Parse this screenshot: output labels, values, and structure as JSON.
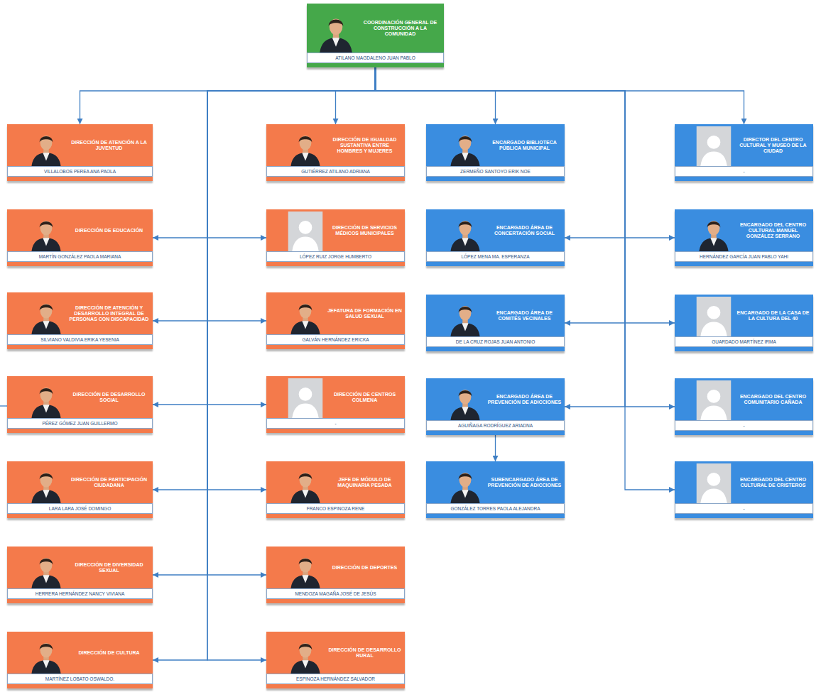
{
  "diagram": {
    "nodes": [
      {
        "text": [
          "COORDINACIÓN GENERAL DE CONSTRUCCIÓN A LA COMUNIDAD",
          "ATILANO MAGDALENO JUAN PABLO"
        ]
      },
      {
        "text": [
          "DIRECCIÓN DE ATENCIÓN A LA JUVENTUD",
          "VILLALOBOS PEREA ANA PAOLA"
        ]
      },
      {
        "text": [
          "DIRECCIÓN DE EDUCACIÓN",
          "MARTÍN GONZÁLEZ PAOLA MARIANA"
        ]
      },
      {
        "text": [
          "DIRECCIÓN DE ATENCIÓN Y DESARROLLO INTEGRAL DE PERSONAS CON DISCAPACIDAD",
          "SILVIANO VALDIVIA ERIKA YESENIA"
        ]
      },
      {
        "text": [
          "DIRECCIÓN DE DESARROLLO SOCIAL",
          "PÉREZ GÓMEZ JUAN GUILLERMO"
        ]
      },
      {
        "text": [
          "DIRECCIÓN DE PARTICIPACIÓN CIUDADANA",
          "LARA LARA JOSÉ DOMINGO"
        ]
      },
      {
        "text": [
          "DIRECCIÓN DE DIVERSIDAD SEXUAL",
          "HERRERA HERNÁNDEZ NANCY VIVIANA"
        ]
      },
      {
        "text": [
          "DIRECCIÓN DE CULTURA",
          "MARTÍNEZ LOBATO OSWALDO."
        ]
      },
      {
        "text": [
          "DIRECCIÓN DE IGUALDAD SUSTANTIVA ENTRE HOMBRES Y MUJERES",
          "GUTIÉRREZ ATILANO ADRIANA"
        ]
      },
      {
        "text": [
          "DIRECCIÓN DE SERVICIOS MÉDICOS MUNICIPALES",
          "LÓPEZ RUIZ JORGE HUMBERTO"
        ]
      },
      {
        "text": [
          "JEFATURA DE FORMACIÓN EN SALUD SEXUAL",
          "GALVÁN HERNÁNDEZ ERICKA"
        ]
      },
      {
        "text": [
          "DIRECCIÓN DE CENTROS COLMENA",
          "-"
        ]
      },
      {
        "text": [
          "JEFE DE MÓDULO DE MAQUINARIA PESADA",
          "FRANCO ESPINOZA RENE"
        ]
      },
      {
        "text": [
          "DIRECCIÓN DE DEPORTES",
          "MENDOZA MAGAÑA JOSÉ DE JESÚS"
        ]
      },
      {
        "text": [
          "DIRECCIÓN DE DESARROLLO RURAL",
          "ESPINOZA HERNÁNDEZ SALVADOR"
        ]
      },
      {
        "text": [
          "ENCARGADO BIBLIOTECA PÚBLICA MUNICIPAL",
          "ZERMEÑO SANTOYO ERIK NOE"
        ]
      },
      {
        "text": [
          "ENCARGADO ÁREA DE CONCERTACIÓN SOCIAL",
          "LÓPEZ MENA MA. ESPERANZA"
        ]
      },
      {
        "text": [
          "ENCARGADO ÁREA DE COMITÉS VECINALES",
          "DE LA CRUZ ROJAS JUAN ANTONIO"
        ]
      },
      {
        "text": [
          "ENCARGADO ÁREA DE PREVENCIÓN DE ADICCIONES",
          "AGUIÑAGA RODRÍGUEZ ARIADNA"
        ]
      },
      {
        "text": [
          "SUBENCARGADO ÁREA DE PREVENCIÓN DE ADICCIONES",
          "GONZÁLEZ TORRES PAOLA ALEJANDRA"
        ]
      },
      {
        "text": [
          "DIRECTOR DEL CENTRO CULTURAL Y MUSEO DE LA CIUDAD",
          "-"
        ]
      },
      {
        "text": [
          "ENCARGADO DEL CENTRO CULTURAL MANUEL GONZÁLEZ SERRANO",
          "HERNÁNDEZ GARCÍA JUAN PABLO YAHI"
        ]
      },
      {
        "text": [
          "ENCARGADO DE LA CASA DE LA CULTURA DEL 40",
          "GUARDADO MARTÍNEZ IRMA"
        ]
      },
      {
        "text": [
          "ENCARGADO DEL CENTRO COMUNITARIO CAÑADA",
          "-"
        ]
      },
      {
        "text": [
          "ENCARGADO DEL CENTRO CULTURAL DE CRISTEROS",
          "-"
        ]
      }
    ],
    "edges": [
      {
        "from": 0,
        "to": 1,
        "arrow": "to"
      },
      {
        "from": 0,
        "to": 8,
        "arrow": "to"
      },
      {
        "from": 0,
        "to": 15,
        "arrow": "to"
      },
      {
        "from": 0,
        "to": 20,
        "arrow": "to"
      },
      {
        "from": 0,
        "to": 2,
        "arrow": "to"
      },
      {
        "from": 0,
        "to": 3,
        "arrow": "to"
      },
      {
        "from": 0,
        "to": 4,
        "arrow": "to"
      },
      {
        "from": 0,
        "to": 5,
        "arrow": "to"
      },
      {
        "from": 0,
        "to": 6,
        "arrow": "to"
      },
      {
        "from": 0,
        "to": 7,
        "arrow": "to"
      },
      {
        "from": 0,
        "to": 9,
        "arrow": "to"
      },
      {
        "from": 0,
        "to": 10,
        "arrow": "to"
      },
      {
        "from": 0,
        "to": 11,
        "arrow": "to"
      },
      {
        "from": 0,
        "to": 12,
        "arrow": "to"
      },
      {
        "from": 0,
        "to": 13,
        "arrow": "to"
      },
      {
        "from": 0,
        "to": 14,
        "arrow": "to"
      },
      {
        "from": 0,
        "to": 16,
        "arrow": "to"
      },
      {
        "from": 0,
        "to": 17,
        "arrow": "to"
      },
      {
        "from": 0,
        "to": 18,
        "arrow": "to"
      },
      {
        "from": 0,
        "to": 21,
        "arrow": "to"
      },
      {
        "from": 0,
        "to": 22,
        "arrow": "to"
      },
      {
        "from": 0,
        "to": 23,
        "arrow": "to"
      },
      {
        "from": 0,
        "to": 24,
        "arrow": "to"
      },
      {
        "from": 18,
        "to": 19,
        "arrow": "to"
      }
    ]
  }
}
